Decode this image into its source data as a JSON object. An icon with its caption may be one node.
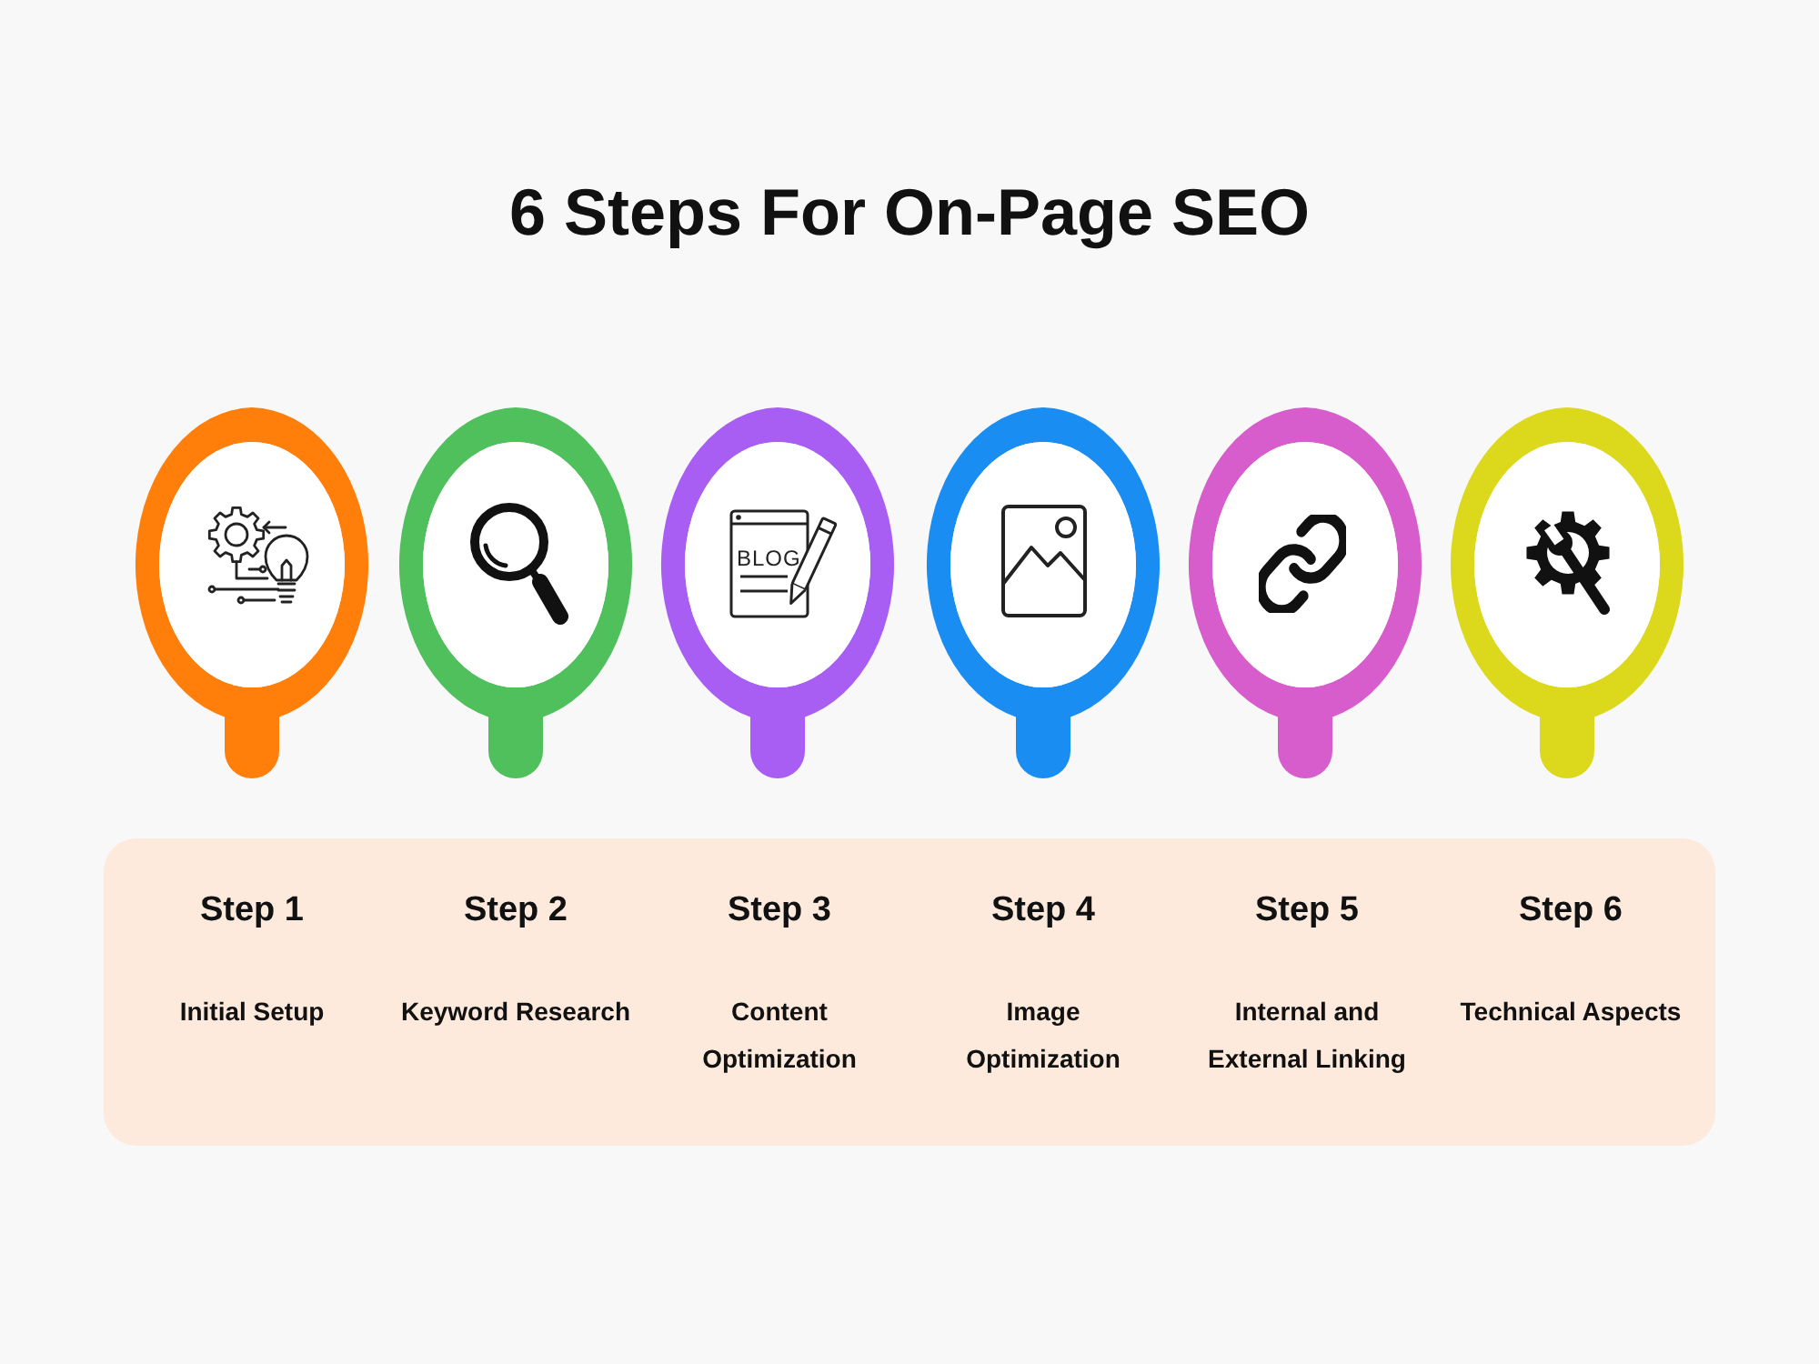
{
  "diagram": {
    "title": "6 Steps For On-Page SEO",
    "nodes": [
      {
        "text": [],
        "shape": "circle"
      },
      {
        "text": [],
        "shape": "circle"
      },
      {
        "text": [],
        "shape": "circle"
      },
      {
        "text": [],
        "shape": "circle"
      },
      {
        "text": [],
        "shape": "circle"
      },
      {
        "text": [],
        "shape": "circle"
      },
      {
        "text": [
          "Step 1",
          "Initial Setup",
          "Step 2",
          "Keyword Research",
          "Step 3",
          "Content Optimization",
          "Step 4",
          "Image Optimization",
          "Step 5",
          "Internal and External Linking",
          "Step 6",
          "Technical Aspects"
        ]
      }
    ],
    "labels": [
      "BLOG"
    ]
  }
}
